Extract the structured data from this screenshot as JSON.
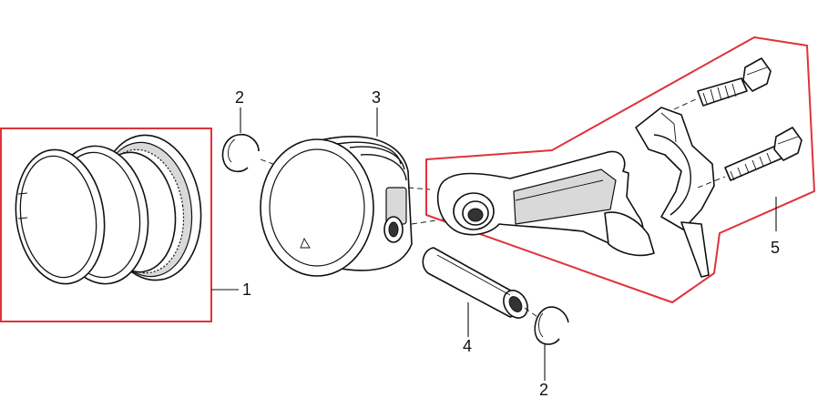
{
  "diagram": {
    "callouts": {
      "piston_ring_set": "1",
      "circlip_top": "2",
      "circlip_bottom": "2",
      "piston": "3",
      "piston_pin": "4",
      "connecting_rod_assembly": "5"
    },
    "colors": {
      "group_outline": "#e0323c",
      "line": "#111111",
      "shade": "#d9d9d9"
    }
  }
}
